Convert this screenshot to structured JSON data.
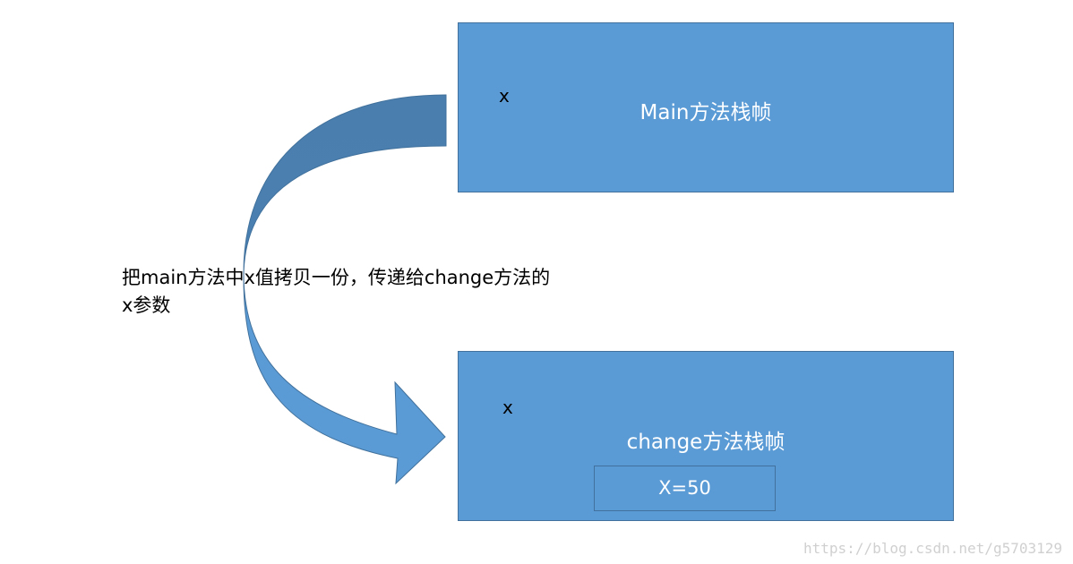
{
  "main_frame": {
    "title": "Main方法栈帧",
    "var_label": "x"
  },
  "change_frame": {
    "title": "change方法栈帧",
    "var_label": "x",
    "value": "X=50"
  },
  "caption": {
    "line1": "把main方法中x值拷贝一份，传递给change方法的",
    "line2": "x参数"
  },
  "watermark": "https://blog.csdn.net/g5703129",
  "colors": {
    "box_fill": "#5b9bd5",
    "box_border": "#41719c",
    "arrow_dark": "#41719c",
    "arrow_light": "#5b9bd5"
  }
}
